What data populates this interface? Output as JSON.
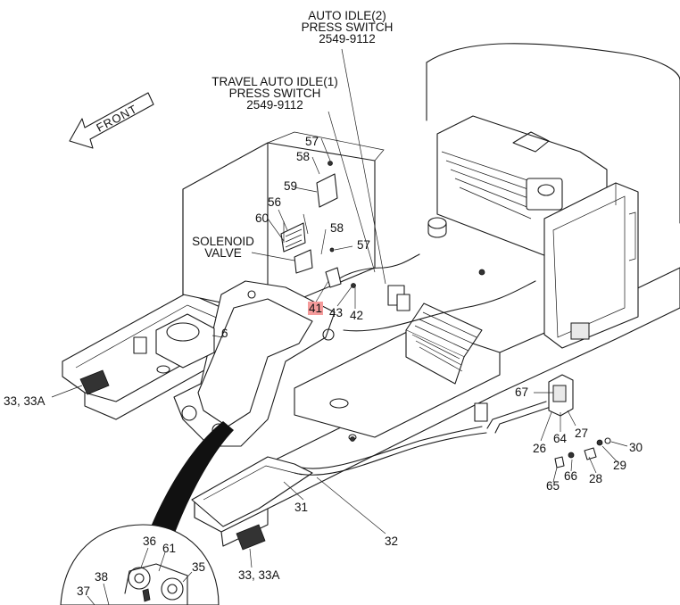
{
  "labels": {
    "front": "FRONT",
    "auto_idle_2_l1": "AUTO IDLE(2)",
    "auto_idle_2_l2": "PRESS SWITCH",
    "auto_idle_2_l3": "2549-9112",
    "travel_auto_idle_1_l1": "TRAVEL AUTO IDLE(1)",
    "travel_auto_idle_1_l2": "PRESS SWITCH",
    "travel_auto_idle_1_l3": "2549-9112",
    "solenoid_l1": "SOLENOID",
    "solenoid_l2": "VALVE"
  },
  "part_numbers": {
    "p57a": "57",
    "p58a": "58",
    "p59": "59",
    "p56": "56",
    "p60": "60",
    "p58b": "58",
    "p57b": "57",
    "p41": "41",
    "p43": "43",
    "p42": "42",
    "p6": "6",
    "p33_left": "33, 33A",
    "p67": "67",
    "p26": "26",
    "p64": "64",
    "p27": "27",
    "p30": "30",
    "p29": "29",
    "p28": "28",
    "p66": "66",
    "p65": "65",
    "p31": "31",
    "p32": "32",
    "p33_bottom": "33, 33A",
    "p36": "36",
    "p61": "61",
    "p35": "35",
    "p38": "38",
    "p37": "37"
  },
  "highlight_color": "#f59b9b"
}
